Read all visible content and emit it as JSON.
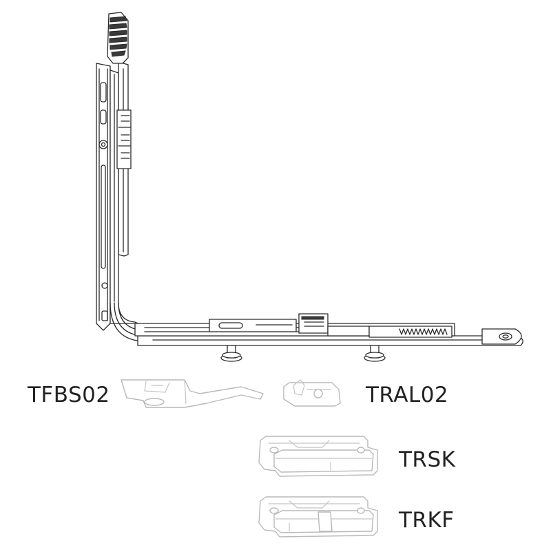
{
  "labels": {
    "tfbs02": "TFBS02",
    "tral02": "TRAL02",
    "trsk": "TRSK",
    "trkf": "TRKF"
  },
  "colors": {
    "ink": "#2a2a2a",
    "ghost": "#b9b9b9",
    "text": "#222222"
  }
}
